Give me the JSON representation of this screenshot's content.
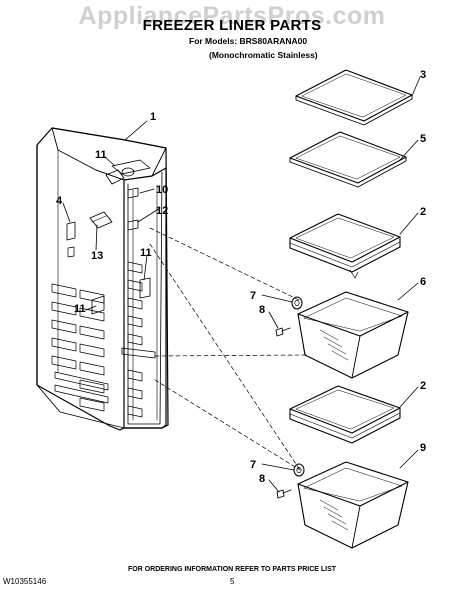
{
  "watermark": "AppliancePartsPros.com",
  "title": "FREEZER LINER PARTS",
  "models_line": "For Models: BRS80ARANA00",
  "finish_line": "(Monochromatic Stainless)",
  "callouts": [
    "1",
    "11",
    "10",
    "4",
    "12",
    "13",
    "11",
    "11",
    "7",
    "8",
    "3",
    "5",
    "2",
    "6",
    "2",
    "7",
    "8",
    "9"
  ],
  "footer": {
    "ordering": "FOR ORDERING INFORMATION REFER TO PARTS PRICE LIST",
    "doc_number": "W10355146",
    "page_number": "5"
  }
}
